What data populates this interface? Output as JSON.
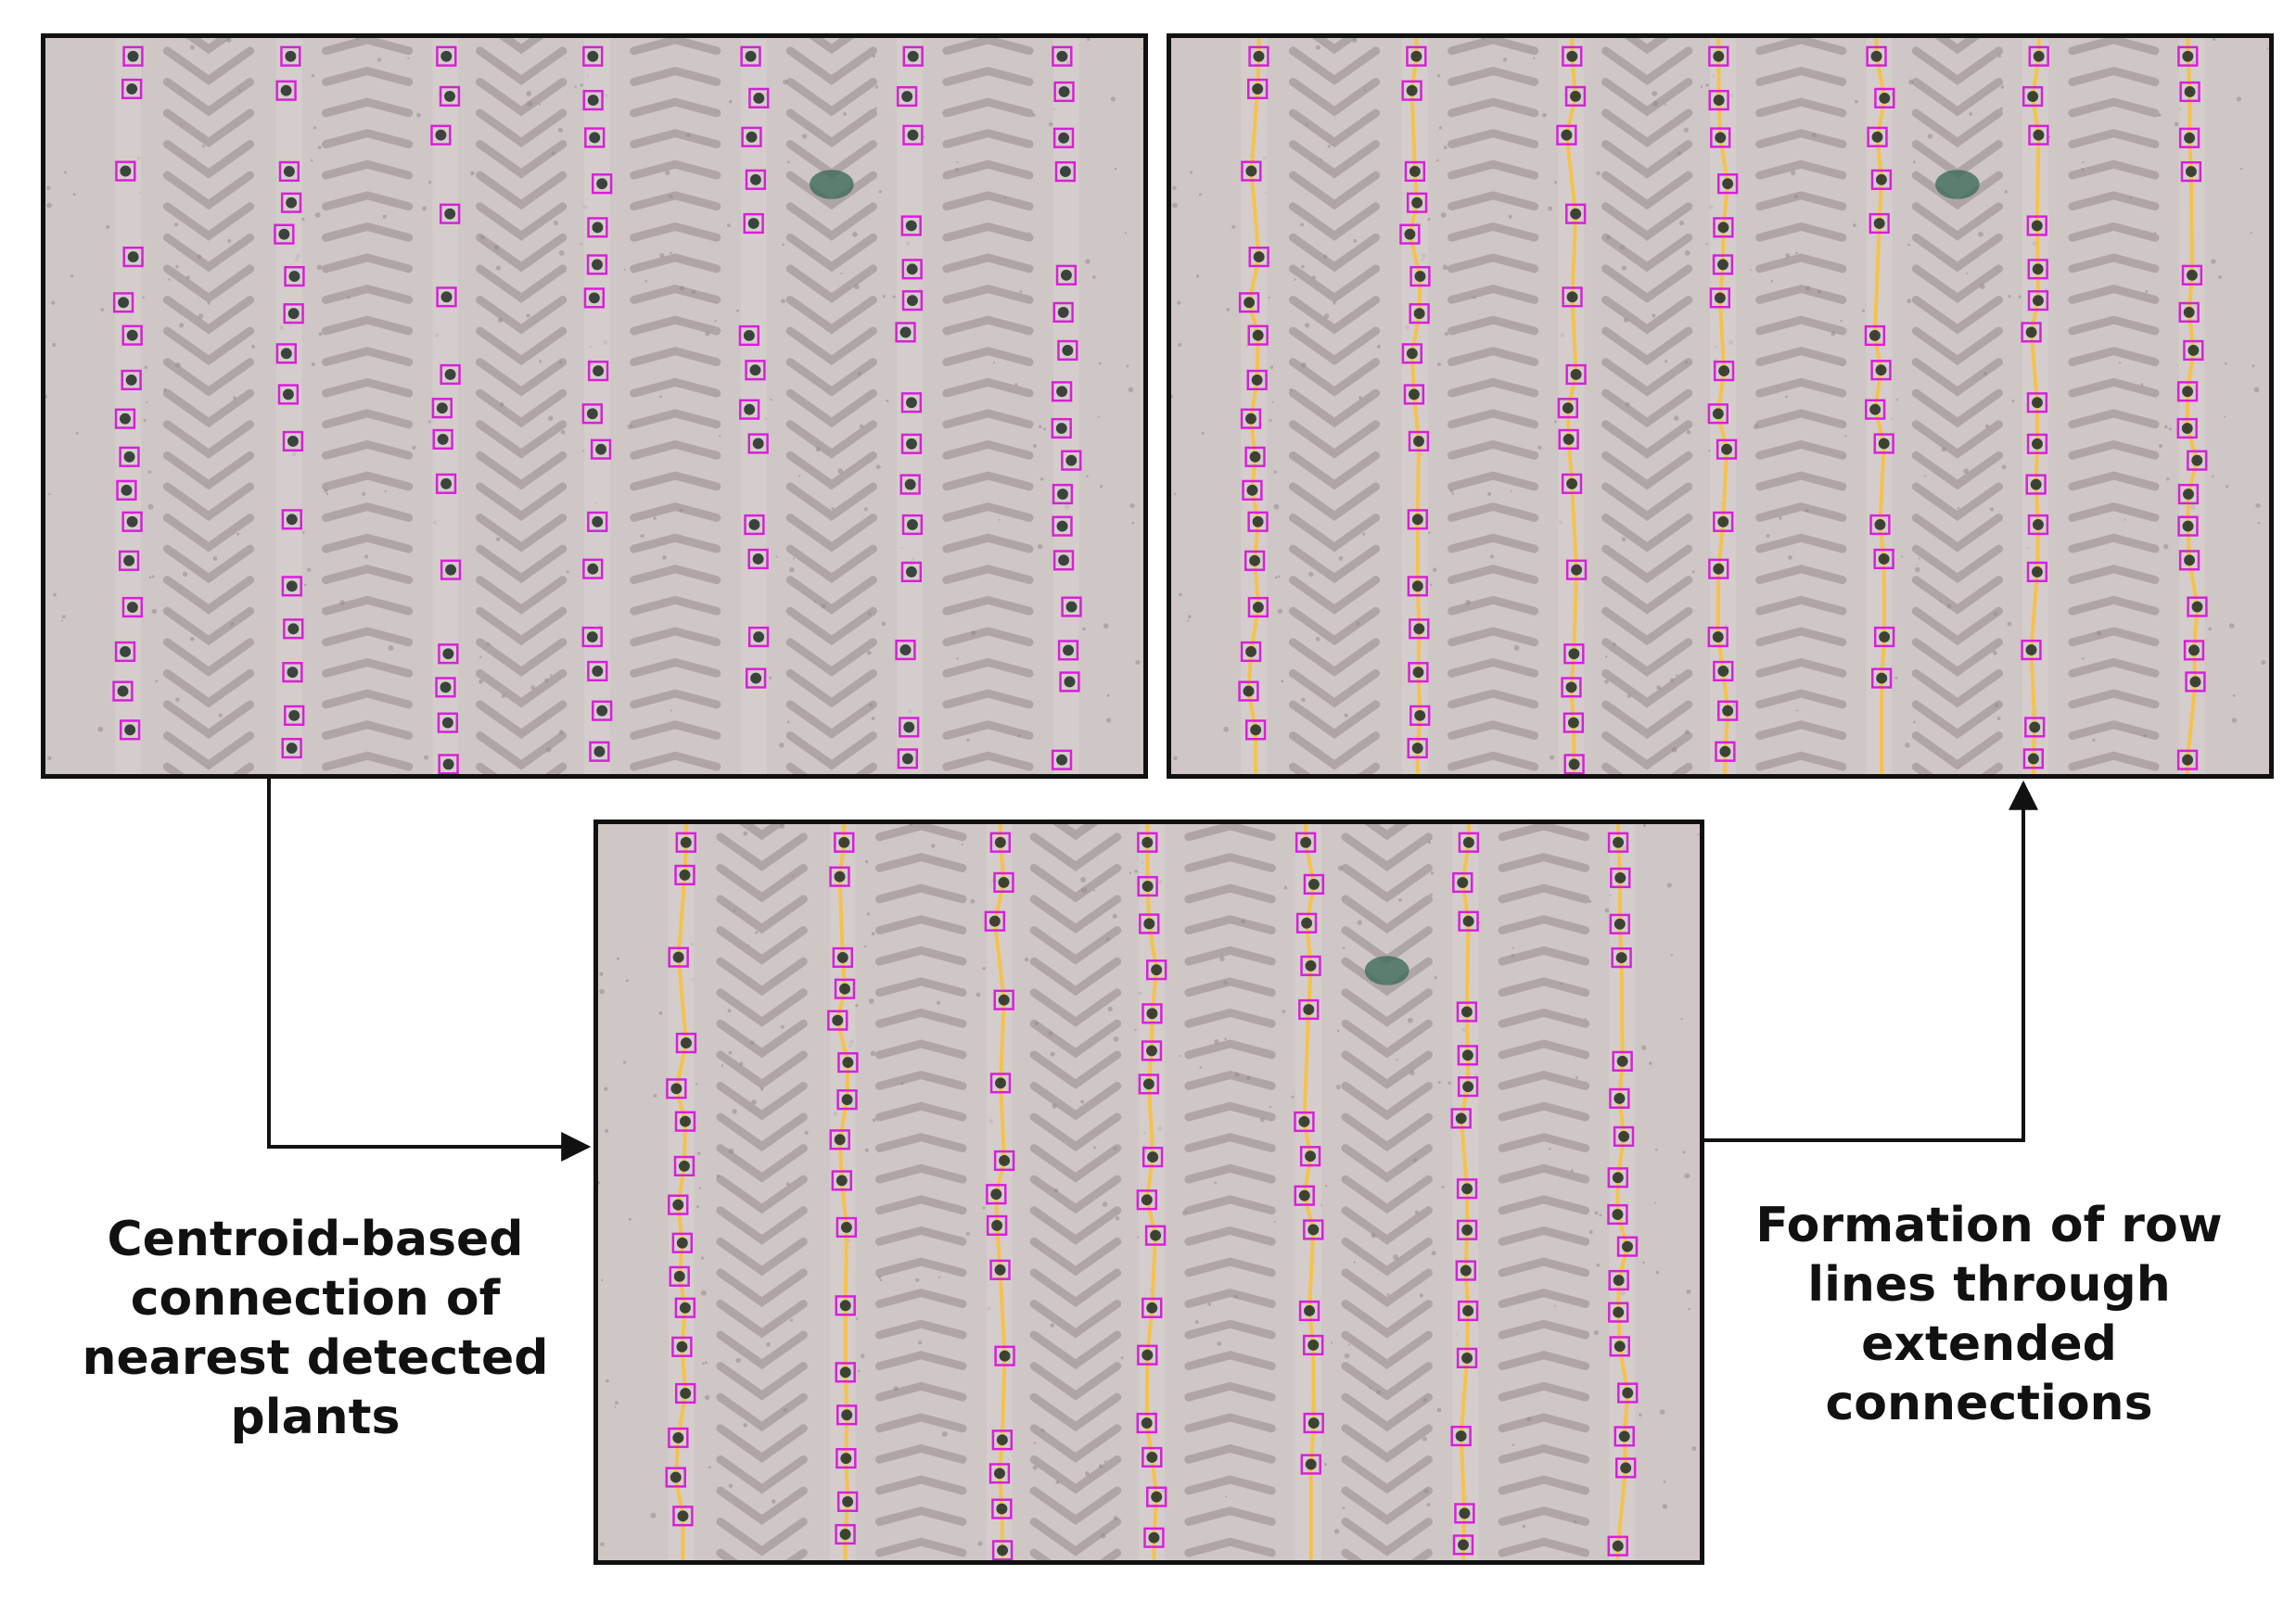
{
  "captions": {
    "left": [
      "Centroid-based",
      "connection of",
      "nearest detected",
      "plants"
    ],
    "right": [
      "Formation of row",
      "lines through",
      "extended",
      "connections"
    ]
  },
  "colors": {
    "soil": "#cfc6c6",
    "tread": "#a89c9e",
    "box": "#d81fd8",
    "plant": "#1f2a22",
    "line": "#f5c24a",
    "frame": "#111111"
  },
  "panels": [
    {
      "id": "top-left",
      "show_lines": false
    },
    {
      "id": "top-right",
      "show_lines": true
    },
    {
      "id": "bottom",
      "show_lines": true
    }
  ]
}
